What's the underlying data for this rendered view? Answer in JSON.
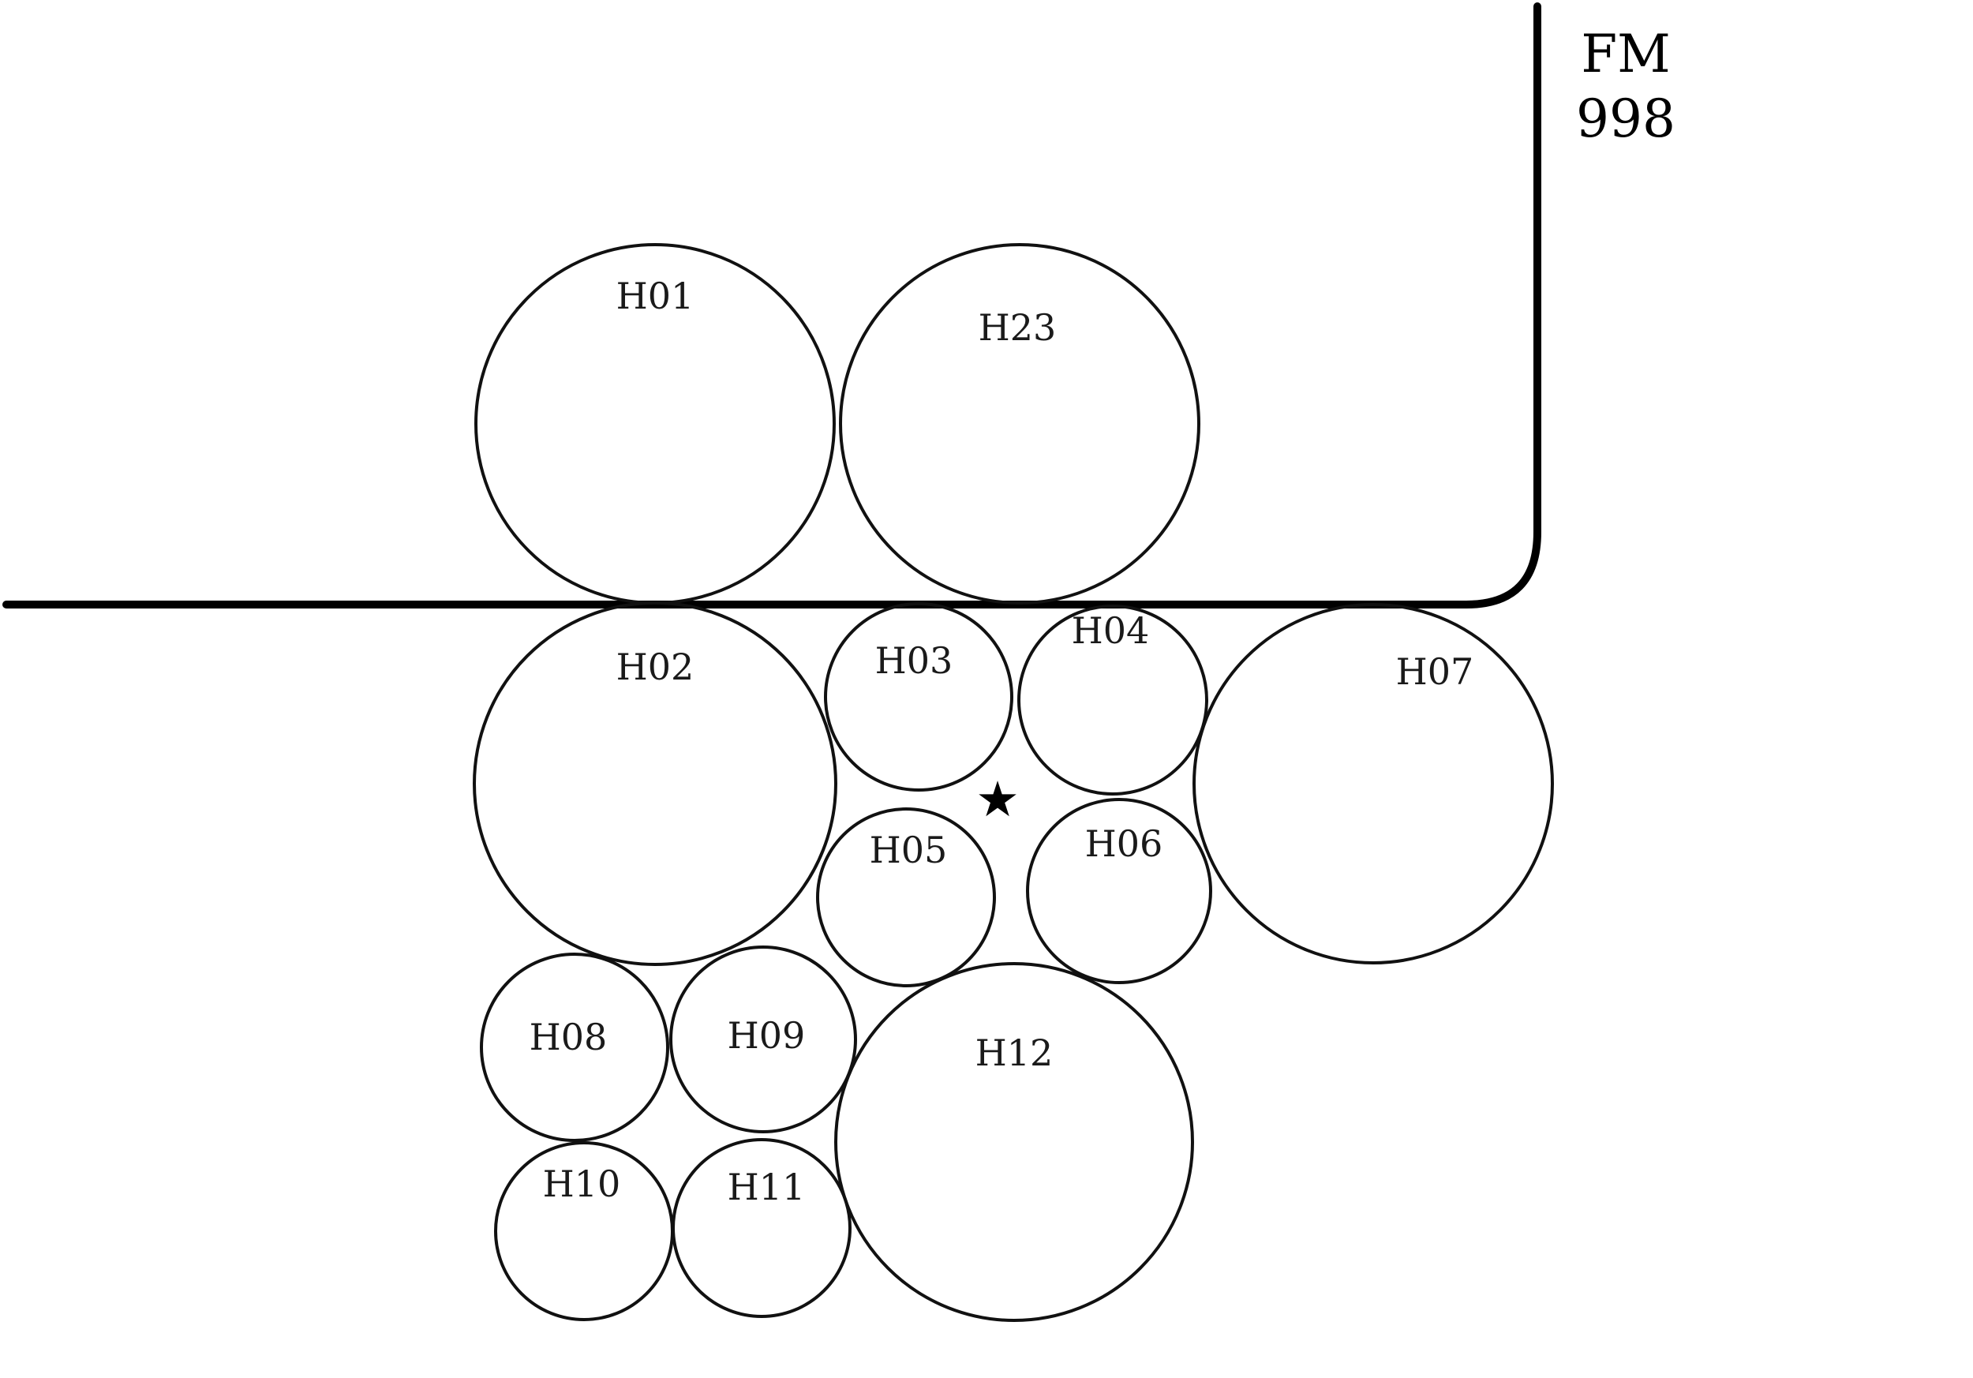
{
  "road": {
    "name_line1": "FM",
    "name_line2": "998"
  },
  "marker": {
    "symbol": "★"
  },
  "plots": [
    {
      "id": "H01",
      "label": "H01"
    },
    {
      "id": "H23",
      "label": "H23"
    },
    {
      "id": "H02",
      "label": "H02"
    },
    {
      "id": "H03",
      "label": "H03"
    },
    {
      "id": "H04",
      "label": "H04"
    },
    {
      "id": "H07",
      "label": "H07"
    },
    {
      "id": "H05",
      "label": "H05"
    },
    {
      "id": "H06",
      "label": "H06"
    },
    {
      "id": "H08",
      "label": "H08"
    },
    {
      "id": "H09",
      "label": "H09"
    },
    {
      "id": "H12",
      "label": "H12"
    },
    {
      "id": "H10",
      "label": "H10"
    },
    {
      "id": "H11",
      "label": "H11"
    }
  ]
}
